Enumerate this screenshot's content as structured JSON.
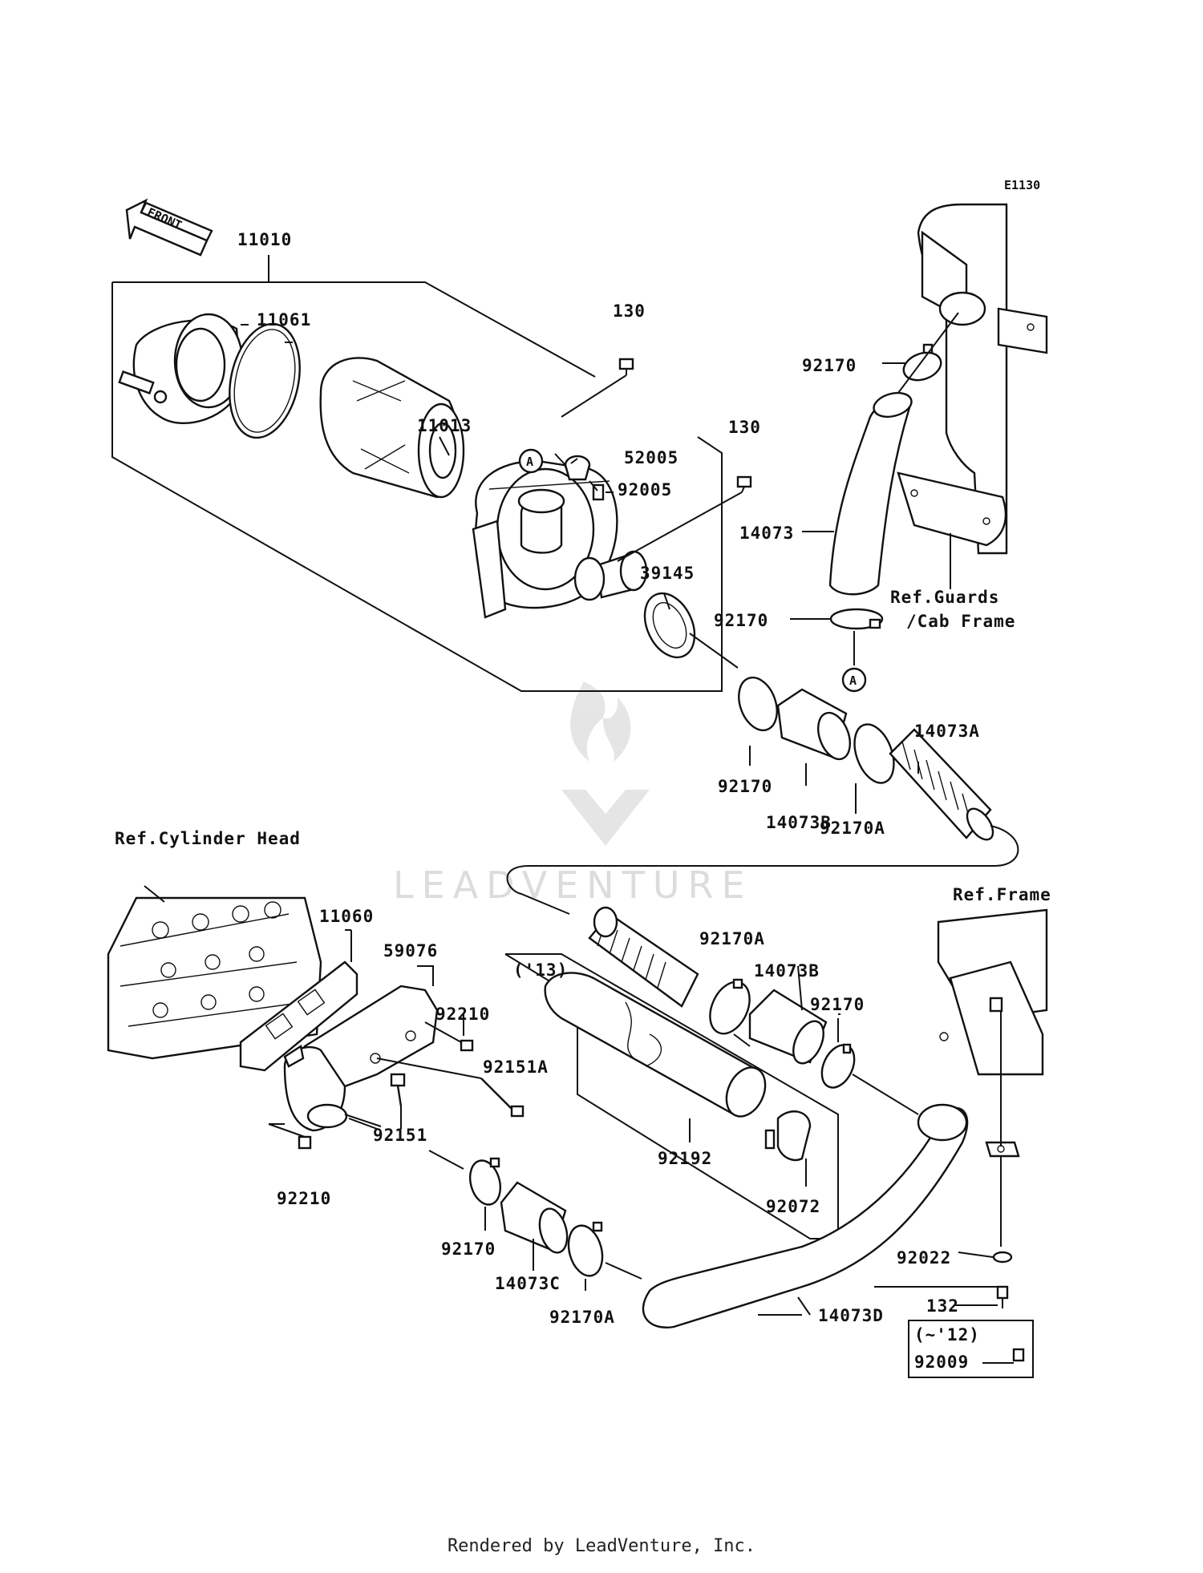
{
  "diagram_code": "E1130",
  "front_arrow_label": "FRONT",
  "watermark_text": "LEADVENTURE",
  "footer_text": "Rendered by LeadVenture, Inc.",
  "callout_letter": "A",
  "reference_labels": {
    "guards_line1": "Ref.Guards",
    "guards_line2": "/Cab Frame",
    "cylinder_head": "Ref.Cylinder Head",
    "frame": "Ref.Frame"
  },
  "variant_labels": {
    "year_13": "('13)",
    "year_to_12": "(~'12)"
  },
  "part_labels": {
    "p11010": "11010",
    "p11061": "11061",
    "p11013": "11013",
    "p130_a": "130",
    "p130_b": "130",
    "p52005": "52005",
    "p92005": "92005",
    "p39145": "39145",
    "p92170_a": "92170",
    "p14073": "14073",
    "p92170_b": "92170",
    "p92170_c": "92170",
    "p14073B_a": "14073B",
    "p92170A_a": "92170A",
    "p14073A": "14073A",
    "p11060": "11060",
    "p59076": "59076",
    "p92210_a": "92210",
    "p92151A": "92151A",
    "p92151": "92151",
    "p92210_b": "92210",
    "p92170A_b": "92170A",
    "p14073B_b": "14073B",
    "p92170_d": "92170",
    "p92192": "92192",
    "p92072": "92072",
    "p92170_e": "92170",
    "p14073C": "14073C",
    "p92170A_c": "92170A",
    "p14073D": "14073D",
    "p92022": "92022",
    "p132": "132",
    "p92009": "92009"
  }
}
